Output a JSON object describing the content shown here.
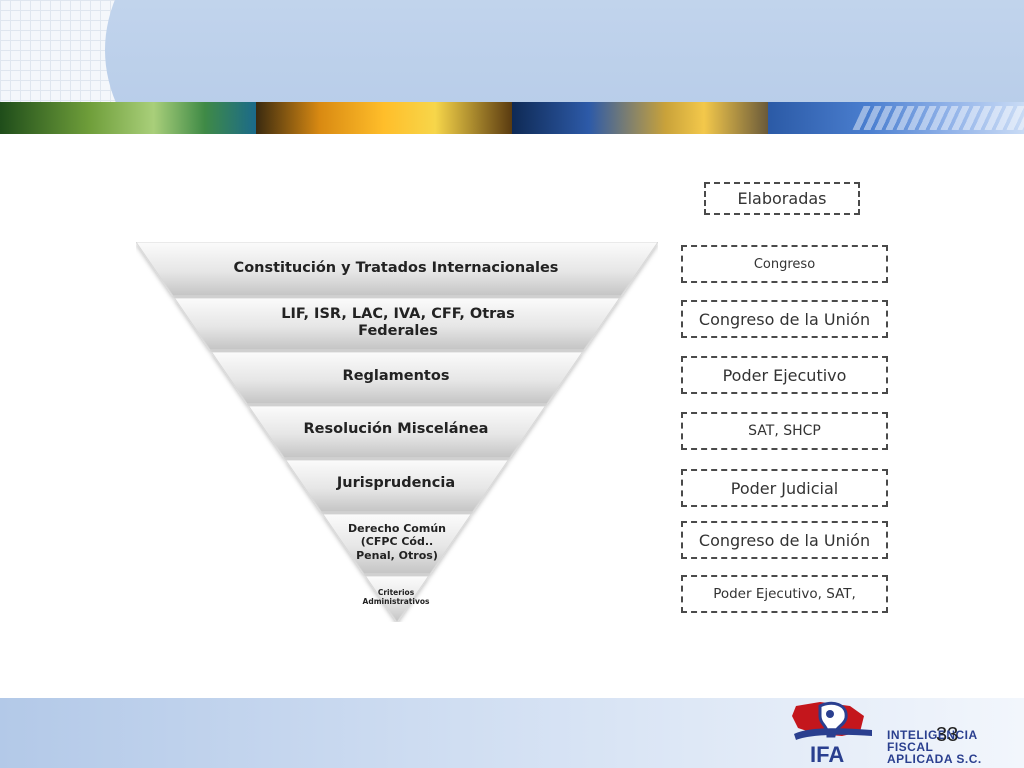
{
  "diagram": {
    "levels": [
      {
        "label": "Constitución y Tratados Internacionales",
        "authority": "Congreso"
      },
      {
        "label": "LIF, ISR, LAC, IVA, CFF, Otras Federales",
        "authority": "Congreso de la Unión"
      },
      {
        "label": "Reglamentos",
        "authority": "Poder Ejecutivo"
      },
      {
        "label": "Resolución Miscelánea",
        "authority": "SAT, SHCP"
      },
      {
        "label": "Jurisprudencia",
        "authority": "Poder Judicial"
      },
      {
        "label": "Derecho Común (CFPC Cód.. Penal, Otros)",
        "authority": "Congreso de la Unión"
      },
      {
        "label": "Criterios Administrativos",
        "authority": "Poder Ejecutivo, SAT,"
      }
    ],
    "authority_header": "Elaboradas"
  },
  "footer": {
    "page_number": "33",
    "logo_text_line1": "INTELIGENCIA",
    "logo_text_line2": "FISCAL",
    "logo_text_line3": "APLICADA S.C.",
    "logo_acronym": "IFA"
  },
  "colors": {
    "band_light": "#f7f7f7",
    "band_dark": "#c8c8c8",
    "logo_red": "#c4161c",
    "logo_blue": "#2a3f8f"
  }
}
